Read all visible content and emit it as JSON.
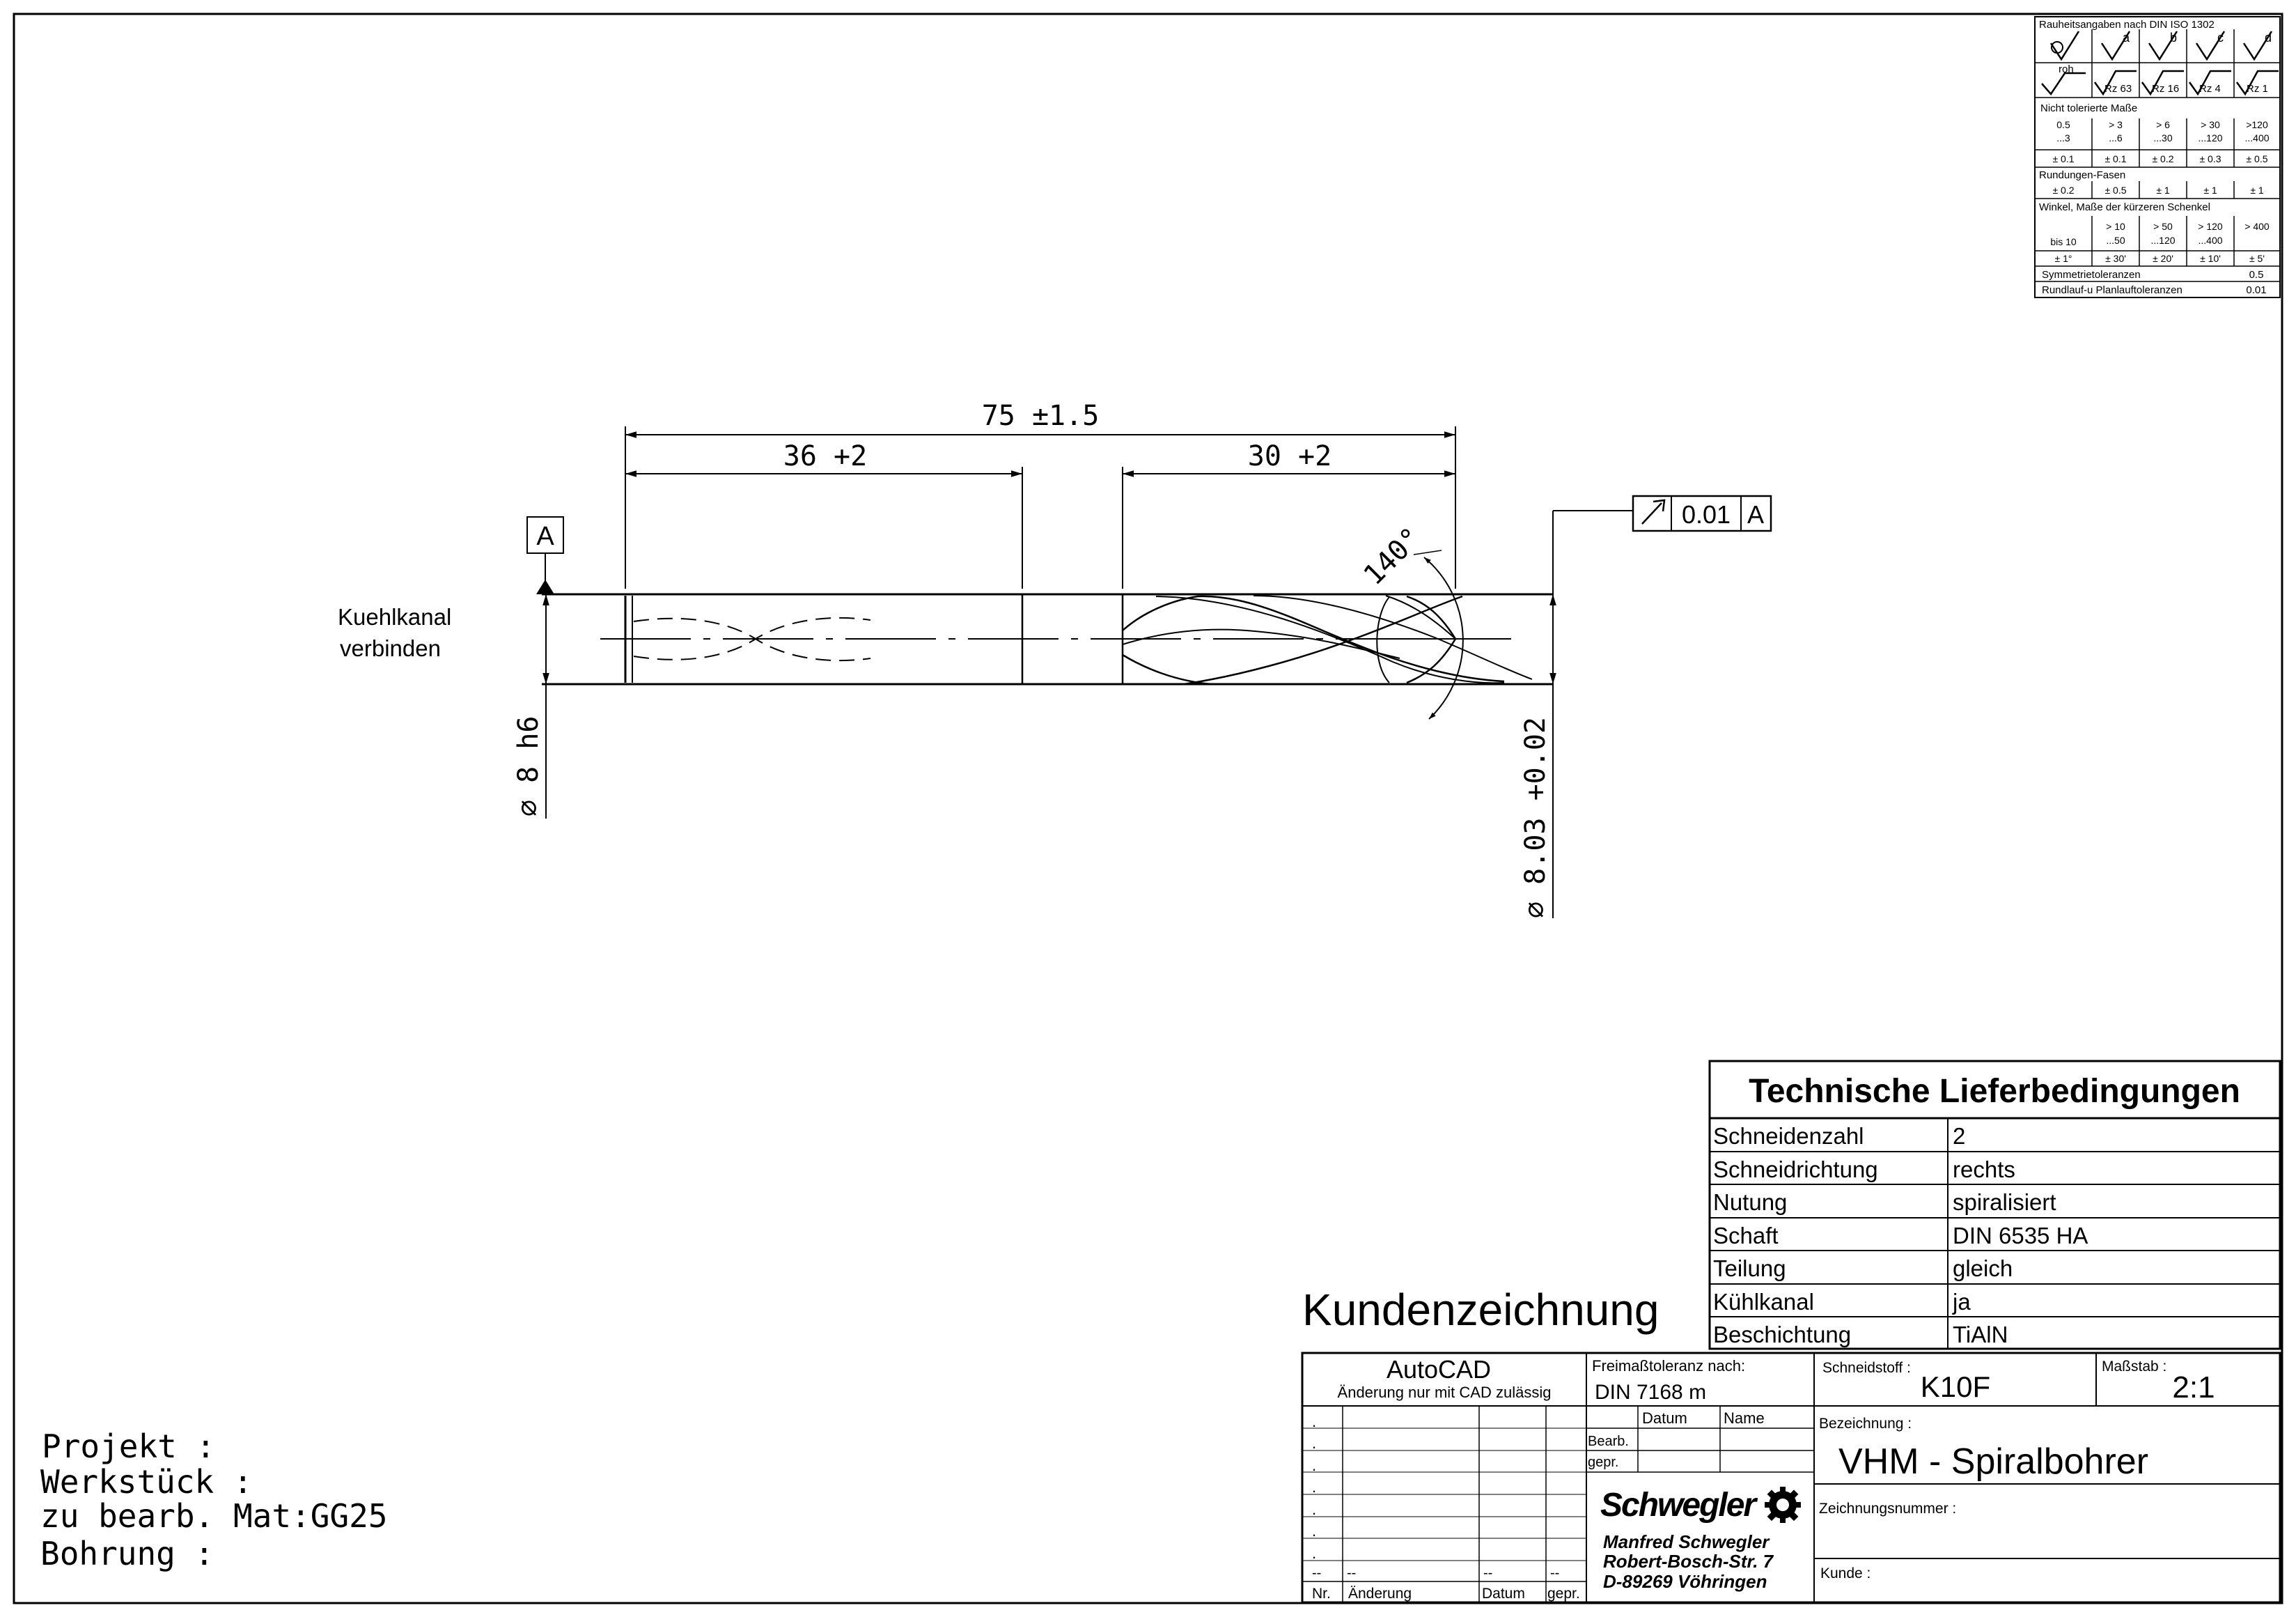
{
  "drawing": {
    "dims": {
      "overall": "75  ±1.5",
      "shank_len": "36  +2",
      "flute_len": "30  +2",
      "shank_dia": "⌀ 8 h6",
      "tip_dia": "⌀ 8.03 +0.02",
      "point_angle": "140°"
    },
    "datum_label": "A",
    "runout_frame": {
      "value": "0.01",
      "datum": "A"
    },
    "note_line1": "Kuehlkanal",
    "note_line2": "verbinden"
  },
  "tolerance_table": {
    "roughness_title": "Rauheitsangaben nach DIN ISO 1302",
    "roughness_letters": [
      "a",
      "b",
      "c",
      "d"
    ],
    "roh": "roh",
    "rz_values": [
      "Rz 63",
      "Rz 16",
      "Rz 4",
      "Rz 1"
    ],
    "untoleranced_title": "Nicht tolerierte Maße",
    "range_top": [
      "0.5",
      "> 3",
      "> 6",
      "> 30",
      ">120"
    ],
    "range_bottom": [
      "...3",
      "...6",
      "...30",
      "...120",
      "...400"
    ],
    "range_tol": [
      "± 0.1",
      "± 0.1",
      "± 0.2",
      "± 0.3",
      "± 0.5"
    ],
    "rounding_title": "Rundungen-Fasen",
    "rounding_tol": [
      "± 0.2",
      "± 0.5",
      "± 1",
      "± 1",
      "± 1"
    ],
    "angle_title": "Winkel, Maße der kürzeren Schenkel",
    "angle_top": [
      "",
      "> 10",
      "> 50",
      "> 120",
      "> 400"
    ],
    "angle_bottom": [
      "bis 10",
      "...50",
      "...120",
      "...400",
      ""
    ],
    "angle_tol": [
      "± 1°",
      "± 30'",
      "± 20'",
      "± 10'",
      "± 5'"
    ],
    "symmetry_label": "Symmetrietoleranzen",
    "symmetry_value": "0.5",
    "runout_label": "Rundlauf-u Planlauftoleranzen",
    "runout_value": "0.01"
  },
  "delivery": {
    "title": "Technische Lieferbedingungen",
    "rows": [
      {
        "label": "Schneidenzahl",
        "value": "2"
      },
      {
        "label": "Schneidrichtung",
        "value": "rechts"
      },
      {
        "label": "Nutung",
        "value": "spiralisiert"
      },
      {
        "label": "Schaft",
        "value": "DIN 6535 HA"
      },
      {
        "label": "Teilung",
        "value": "gleich"
      },
      {
        "label": "Kühlkanal",
        "value": "ja"
      },
      {
        "label": "Beschichtung",
        "value": "TiAlN"
      }
    ]
  },
  "title_block": {
    "kundenzeichnung": "Kundenzeichnung",
    "autocad": "AutoCAD",
    "autocad_note": "Änderung nur mit CAD zulässig",
    "freimass_label": "Freimaßtoleranz nach:",
    "freimass_value": "DIN 7168 m",
    "schneidstoff_label": "Schneidstoff :",
    "schneidstoff_value": "K10F",
    "massstab_label": "Maßstab :",
    "massstab_value": "2:1",
    "datum_head": "Datum",
    "name_head": "Name",
    "bearb": "Bearb.",
    "gepr": "gepr.",
    "bezeichnung_label": "Bezeichnung :",
    "bezeichnung_value": "VHM - Spiralbohrer",
    "zeichnungsnummer_label": "Zeichnungsnummer :",
    "kunde_label": "Kunde :",
    "logo_text": "Schwegler",
    "company_name": "Manfred Schwegler",
    "company_street": "Robert-Bosch-Str. 7",
    "company_city": "D-89269 Vöhringen",
    "rev_dash": "--",
    "rev_dot": ".",
    "rev_nr": "Nr.",
    "rev_aenderung": "Änderung",
    "rev_datum": "Datum",
    "rev_gepr": "gepr."
  },
  "project_info": {
    "projekt": "Projekt :",
    "werkstueck": "Werkstück :",
    "material": "zu bearb. Mat:GG25",
    "bohrung": "Bohrung :"
  }
}
